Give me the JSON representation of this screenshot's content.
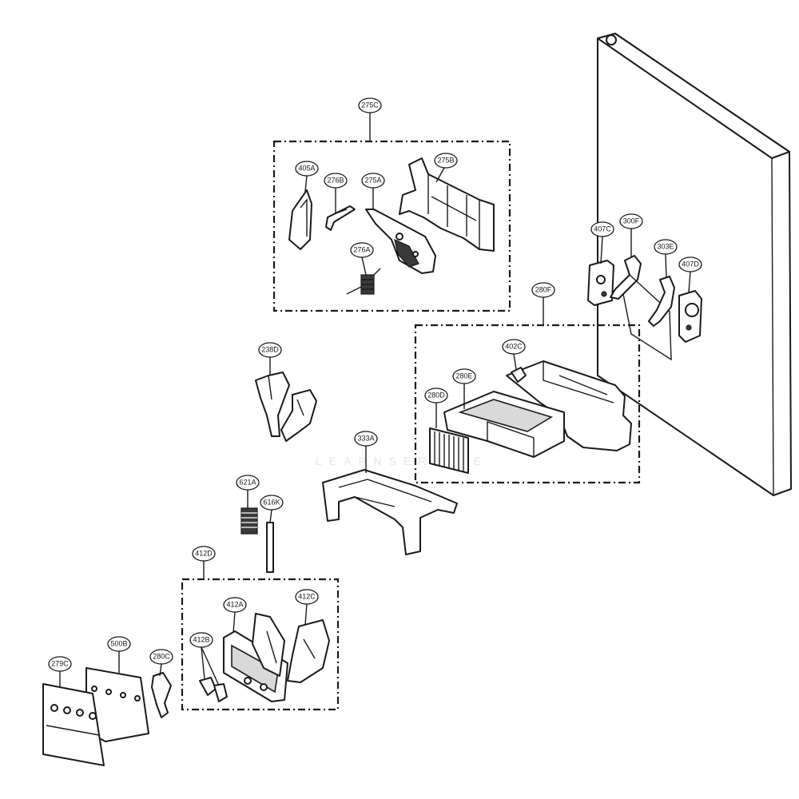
{
  "diagram": {
    "watermark": "LEARNSERVICE",
    "groups": [
      {
        "id": "275C",
        "label": "275C"
      },
      {
        "id": "280F",
        "label": "280F"
      },
      {
        "id": "412D",
        "label": "412D"
      }
    ],
    "callouts": [
      {
        "id": "275C",
        "label": "275C"
      },
      {
        "id": "405A",
        "label": "405A"
      },
      {
        "id": "276B",
        "label": "276B"
      },
      {
        "id": "275A",
        "label": "275A"
      },
      {
        "id": "275B",
        "label": "275B"
      },
      {
        "id": "276A",
        "label": "276A"
      },
      {
        "id": "407C",
        "label": "407C"
      },
      {
        "id": "300F",
        "label": "300F"
      },
      {
        "id": "303E",
        "label": "303E"
      },
      {
        "id": "407D",
        "label": "407D"
      },
      {
        "id": "280F",
        "label": "280F"
      },
      {
        "id": "402C",
        "label": "402C"
      },
      {
        "id": "280E",
        "label": "280E"
      },
      {
        "id": "280D",
        "label": "280D"
      },
      {
        "id": "238D",
        "label": "238D"
      },
      {
        "id": "333A",
        "label": "333A"
      },
      {
        "id": "621A",
        "label": "621A"
      },
      {
        "id": "616K",
        "label": "616K"
      },
      {
        "id": "412D",
        "label": "412D"
      },
      {
        "id": "412A",
        "label": "412A"
      },
      {
        "id": "412C",
        "label": "412C"
      },
      {
        "id": "412B",
        "label": "412B"
      },
      {
        "id": "279C",
        "label": "279C"
      },
      {
        "id": "500B",
        "label": "500B"
      },
      {
        "id": "280C",
        "label": "280C"
      }
    ]
  }
}
